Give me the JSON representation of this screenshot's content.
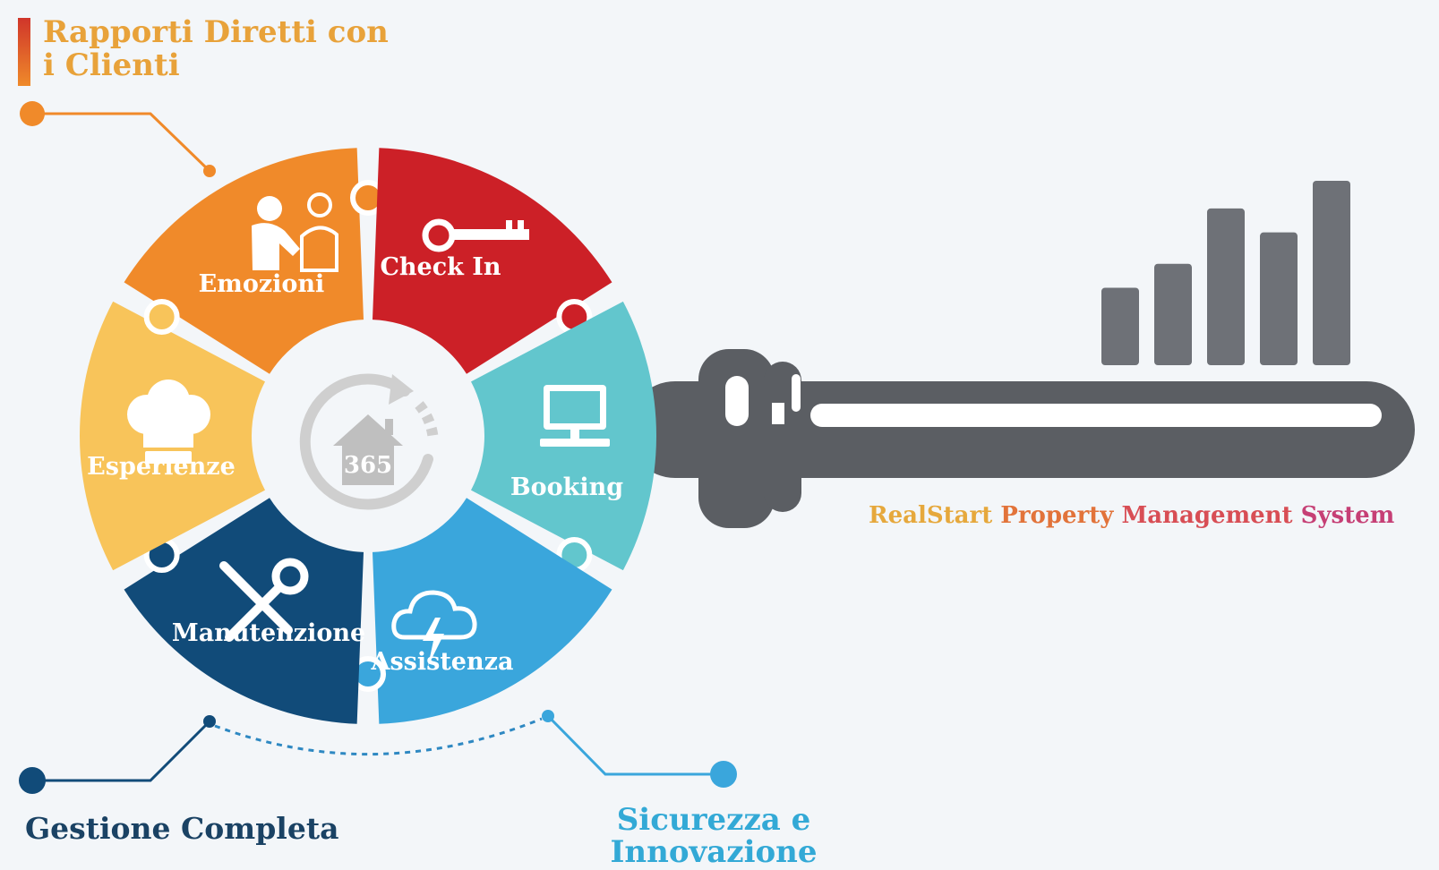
{
  "headings": {
    "top_left_line1": "Rapporti Diretti con",
    "top_left_line2": "i Clienti",
    "bottom_left": "Gestione Completa",
    "bottom_center_line1": "Sicurezza e",
    "bottom_center_line2": "Innovazione"
  },
  "segments": [
    {
      "label": "Emozioni",
      "color": "#f08a2a",
      "icon": "handshake-icon"
    },
    {
      "label": "Check In",
      "color": "#cc2027",
      "icon": "key-icon"
    },
    {
      "label": "Booking",
      "color": "#62c6cd",
      "icon": "computer-icon"
    },
    {
      "label": "Assistenza",
      "color": "#3aa6dc",
      "icon": "storm-cloud-icon"
    },
    {
      "label": "Manutenzione",
      "color": "#114b79",
      "icon": "tools-icon"
    },
    {
      "label": "Esperienze",
      "color": "#f8c45a",
      "icon": "chef-hat-icon"
    }
  ],
  "center": {
    "badge": "365",
    "icon": "house-cycle-icon"
  },
  "key": {
    "color": "#5b5e63",
    "bars_icon": "bar-chart-icon",
    "bar_levels": [
      0.42,
      0.55,
      0.85,
      0.72,
      1.0
    ]
  },
  "tagline": {
    "part1": "RealStart",
    "part2": "Property",
    "part3": "Management",
    "part4": "System"
  },
  "accent_colors": {
    "orange": "#f08a2a",
    "red": "#cc2027",
    "teal": "#62c6cd",
    "blue": "#3aa6dc",
    "navy": "#114b79",
    "yellow": "#f8c45a",
    "gray": "#5b5e63"
  }
}
